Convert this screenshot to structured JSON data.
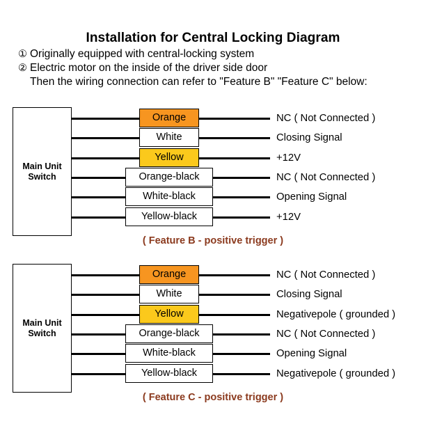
{
  "header": {
    "title": "Installation for Central Locking Diagram",
    "notes": [
      {
        "marker": "①",
        "text": "Originally equipped with central-locking system"
      },
      {
        "marker": "②",
        "text": "Electric motor on the inside of the driver side door"
      },
      {
        "marker": "",
        "text": "Then the wiring connection can refer to \"Feature B\" \"Feature C\" below:"
      }
    ]
  },
  "colors": {
    "orange": "#F79520",
    "yellow": "#FBC91C",
    "white": "#FFFFFF",
    "wire": "#000000",
    "caption": "#8B3A1E"
  },
  "unit": {
    "line1": "Main Unit",
    "line2": "Switch"
  },
  "diagrams": [
    {
      "id": "feature-b",
      "caption": "( Feature B - positive trigger )",
      "rows": [
        {
          "wire": "Orange",
          "fill": "#F79520",
          "width": "narrow",
          "signal": "NC ( Not Connected )"
        },
        {
          "wire": "White",
          "fill": "#FFFFFF",
          "width": "narrow",
          "signal": "Closing Signal"
        },
        {
          "wire": "Yellow",
          "fill": "#FBC91C",
          "width": "narrow",
          "signal": "+12V"
        },
        {
          "wire": "Orange-black",
          "fill": "#FFFFFF",
          "width": "wide",
          "signal": "NC ( Not Connected )"
        },
        {
          "wire": "White-black",
          "fill": "#FFFFFF",
          "width": "wide",
          "signal": "Opening Signal"
        },
        {
          "wire": "Yellow-black",
          "fill": "#FFFFFF",
          "width": "wide",
          "signal": "+12V"
        }
      ]
    },
    {
      "id": "feature-c",
      "caption": "( Feature C - positive trigger )",
      "rows": [
        {
          "wire": "Orange",
          "fill": "#F79520",
          "width": "narrow",
          "signal": "NC ( Not Connected )"
        },
        {
          "wire": "White",
          "fill": "#FFFFFF",
          "width": "narrow",
          "signal": "Closing Signal"
        },
        {
          "wire": "Yellow",
          "fill": "#FBC91C",
          "width": "narrow",
          "signal": "Negativepole ( grounded )"
        },
        {
          "wire": "Orange-black",
          "fill": "#FFFFFF",
          "width": "wide",
          "signal": "NC ( Not Connected )"
        },
        {
          "wire": "White-black",
          "fill": "#FFFFFF",
          "width": "wide",
          "signal": "Opening Signal"
        },
        {
          "wire": "Yellow-black",
          "fill": "#FFFFFF",
          "width": "wide",
          "signal": "Negativepole ( grounded )"
        }
      ]
    }
  ]
}
